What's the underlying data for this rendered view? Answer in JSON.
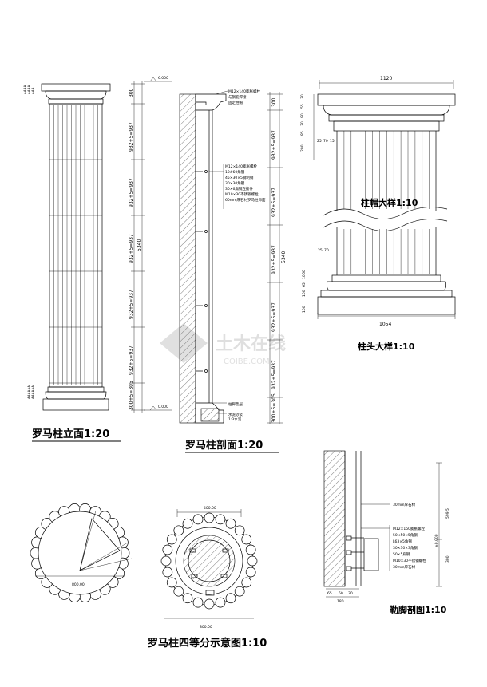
{
  "captions": {
    "elevation": "罗马柱立面1:20",
    "section": "罗马柱剖面1:20",
    "capital_detail": "柱帽大样1:10",
    "base_detail": "柱头大样1:10",
    "quarter_plan": "罗马柱四等分示意图1:10",
    "plinth_section": "勒脚剖图1:10"
  },
  "elevation_dims": [
    "300",
    "932+5=937",
    "932+5=937",
    "932+5=937",
    "932+5=937",
    "932+5=937",
    "300+5=305",
    "5340"
  ],
  "section_dims": [
    "300",
    "932+5=937",
    "932+5=937",
    "932+5=937",
    "932+5=937",
    "932+5=937",
    "300+5=305",
    "5340"
  ],
  "levels": {
    "top": "6.000",
    "bottom": "0.000"
  },
  "section_notes": [
    "M12×140膨胀螺栓",
    "与钢筋焊接",
    "固定柱帽",
    "M12×140膨胀螺栓",
    "10#60角钢",
    "45×30×5钢制钢",
    "30×30角钢",
    "30×6扁钢连接件",
    "M10×30不锈钢螺栓",
    "60mm厚石材罗马柱饰面",
    "柱脚垫层",
    "水泥砂浆",
    "1:3水泥"
  ],
  "capital_dims": {
    "width": "1120",
    "heights": [
      "200",
      "85",
      "30",
      "90",
      "55",
      "30"
    ],
    "flute": "25",
    "fillet": "70",
    "top": "15"
  },
  "base_dims": {
    "width": "1054",
    "heights": [
      "100",
      "100",
      "65",
      "10",
      "60"
    ],
    "flute": "25",
    "fillet": "70"
  },
  "plan_dims": {
    "circle1": "800.00",
    "circle2": "800.00",
    "inner": "400.00"
  },
  "plinth_dims": {
    "total": "599.5",
    "h1": "300",
    "label": "±0.000",
    "bottom": [
      "65",
      "50",
      "30"
    ],
    "width": "180"
  },
  "plinth_notes": [
    "30mm厚石材",
    "M12×150膨胀螺栓",
    "50×50×5角钢",
    "L63×5角钢",
    "30×30×3角钢",
    "50×5扁钢",
    "M10×30不锈钢螺栓",
    "30mm厚石材"
  ],
  "watermark": {
    "text": "土木在线",
    "sub": "COIBE.COM"
  }
}
